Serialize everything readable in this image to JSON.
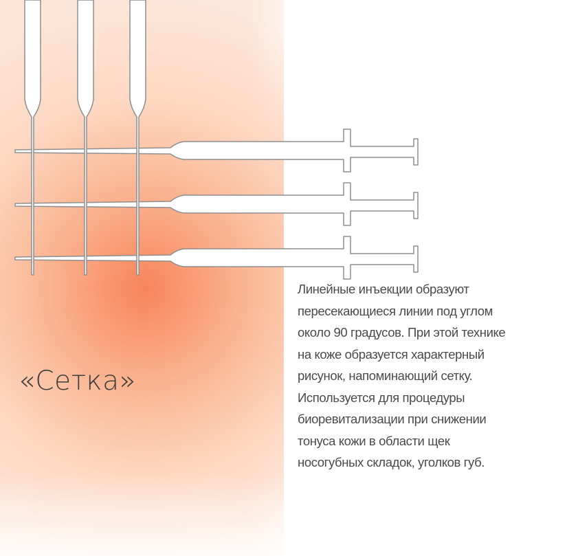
{
  "title": "«Сетка»",
  "description_lines": [
    "Линейные инъекции образуют",
    "пересекающиеся линии под углом",
    "около 90 градусов. При этой технике",
    "на коже образуется характерный",
    "рисунок, напоминающий сетку.",
    "Используется для процедуры",
    "биоревитализации при снижении",
    "тонуса кожи в области щек",
    "носогубных складок, уголков губ."
  ],
  "syringes": {
    "vertical_count": 3,
    "horizontal_count": 3
  },
  "colors": {
    "skin_glow": "#f7845a",
    "skin_base": "#fde7da",
    "syringe_outline": "#8a8a8a",
    "text": "#4a4a4a"
  }
}
